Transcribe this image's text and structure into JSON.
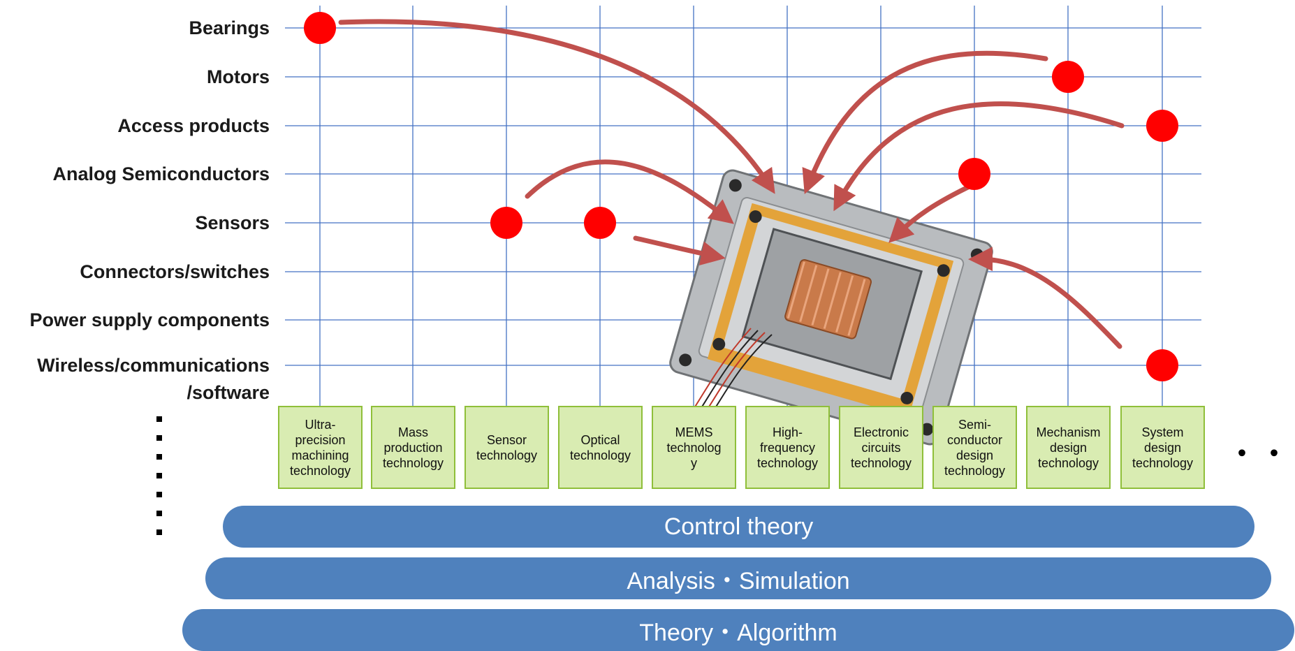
{
  "rows": [
    {
      "id": "bearings",
      "label": "Bearings"
    },
    {
      "id": "motors",
      "label": "Motors"
    },
    {
      "id": "access-products",
      "label": "Access products"
    },
    {
      "id": "analog-semiconductors",
      "label": "Analog Semiconductors"
    },
    {
      "id": "sensors",
      "label": "Sensors"
    },
    {
      "id": "connectors-switches",
      "label": "Connectors/switches"
    },
    {
      "id": "power-supply-components",
      "label": "Power supply components"
    },
    {
      "id": "wireless-communications",
      "label": "Wireless/communications"
    }
  ],
  "row_label_continuation": "/software",
  "technologies": [
    {
      "id": "ultra-precision",
      "label": "Ultra-\nprecision\nmachining\ntechnology"
    },
    {
      "id": "mass-production",
      "label": "Mass\nproduction\ntechnology"
    },
    {
      "id": "sensor",
      "label": "Sensor\ntechnology"
    },
    {
      "id": "optical",
      "label": "Optical\ntechnology"
    },
    {
      "id": "mems",
      "label": "MEMS\ntechnolog\ny"
    },
    {
      "id": "high-frequency",
      "label": "High-\nfrequency\ntechnology"
    },
    {
      "id": "electronic-circuits",
      "label": "Electronic\ncircuits\ntechnology"
    },
    {
      "id": "semiconductor-design",
      "label": "Semi-\nconductor\ndesign\ntechnology"
    },
    {
      "id": "mechanism-design",
      "label": "Mechanism\ndesign\ntechnology"
    },
    {
      "id": "system-design",
      "label": "System\ndesign\ntechnology"
    }
  ],
  "more_indicator": "・・・",
  "foundation_bars": [
    {
      "id": "control-theory",
      "label": "Control theory"
    },
    {
      "id": "analysis-simulation",
      "label": "Analysis・Simulation"
    },
    {
      "id": "theory-algorithm",
      "label": "Theory・Algorithm"
    }
  ],
  "dots": [
    {
      "row": 0,
      "col": 0
    },
    {
      "row": 1,
      "col": 8
    },
    {
      "row": 2,
      "col": 9
    },
    {
      "row": 3,
      "col": 7
    },
    {
      "row": 4,
      "col": 2
    },
    {
      "row": 4,
      "col": 3
    },
    {
      "row": 7,
      "col": 9
    }
  ],
  "center_image": {
    "icon": "mems-actuator-device-photo"
  },
  "colors": {
    "grid": "#4472c4",
    "dot": "#ff0000",
    "arrow": "#c0504d",
    "bar": "#4f81bd",
    "box_fill": "#d9ecb2",
    "box_border": "#8fbf3a"
  }
}
